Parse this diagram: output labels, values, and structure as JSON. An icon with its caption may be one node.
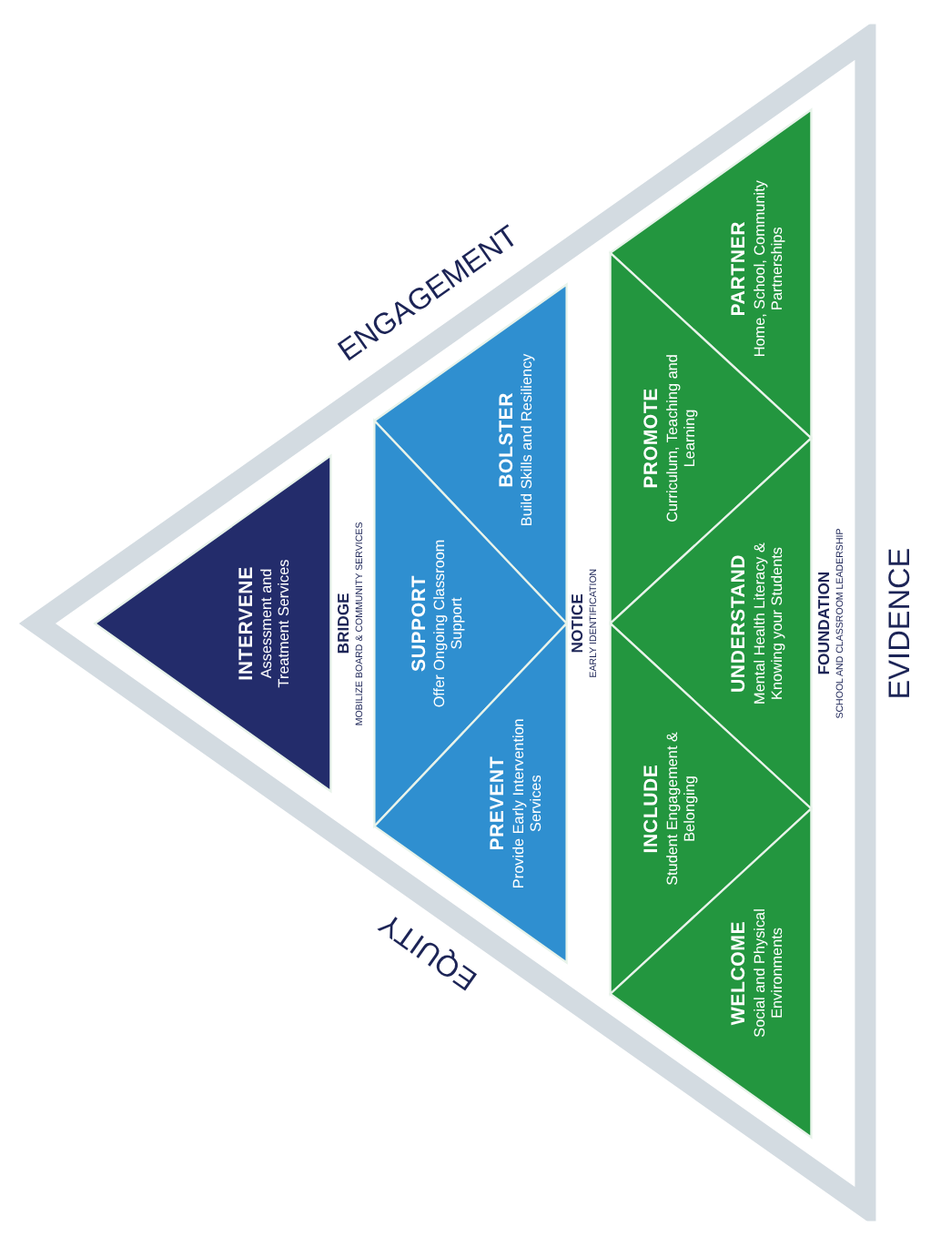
{
  "diagram": {
    "nodes": [
      {
        "text": [
          "INTERVENE",
          "Assessment and Treatment Services"
        ]
      },
      {
        "text": [
          "BOLSTER",
          "Build Skills and Resiliency"
        ]
      },
      {
        "text": [
          "SUPPORT",
          "Offer Ongoing Classroom Support"
        ]
      },
      {
        "text": [
          "PREVENT",
          "Provide Early Intervention Services"
        ]
      },
      {
        "text": [
          "PARTNER",
          "Home, School, Community Partnerships"
        ]
      },
      {
        "text": [
          "PROMOTE",
          "Curriculum, Teaching and Learning"
        ]
      },
      {
        "text": [
          "UNDERSTAND",
          "Mental Health Literacy & Knowing your Students"
        ]
      },
      {
        "text": [
          "INCLUDE",
          "Student Engagement & Belonging"
        ]
      },
      {
        "text": [
          "WELCOME",
          "Social and Physical Environments"
        ]
      }
    ],
    "edges": [],
    "labels": [
      "ENGAGEMENT",
      "BRIDGE",
      "MOBILIZE BOARD & COMMUNITY SERVICES",
      "NOTICE",
      "EARLY IDENTIFICATION",
      "FOUNDATION",
      "SCHOOL AND CLASSROOM LEADERSHIP",
      "EQUITY",
      "EVIDENCE"
    ]
  }
}
